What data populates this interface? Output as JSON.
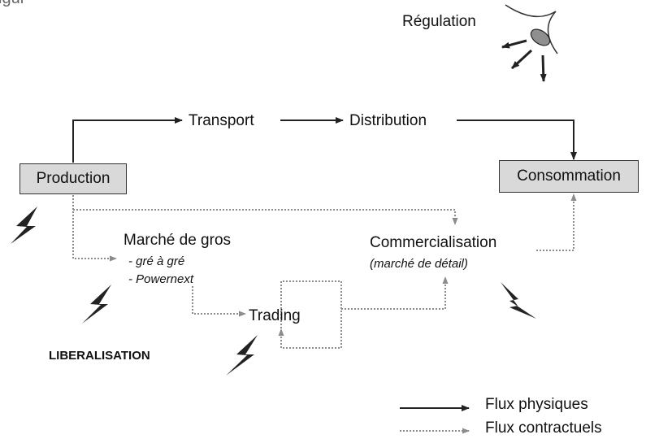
{
  "header_fragment": "igur",
  "nodes": {
    "regulation": "Régulation",
    "transport": "Transport",
    "distribution": "Distribution",
    "production": "Production",
    "consommation": "Consommation",
    "marche_de_gros": "Marché de gros",
    "gre_a_gre": "- gré à gré",
    "powernext": "- Powernext",
    "commercialisation": "Commercialisation",
    "marche_de_detail": "(marché de détail)",
    "trading": "Trading",
    "liberalisation": "LIBERALISATION"
  },
  "legend": {
    "physical": "Flux physiques",
    "contractual": "Flux contractuels"
  },
  "colors": {
    "physical_line": "#222222",
    "contractual_line": "#8c8c8c",
    "box_fill": "#d9d9d9",
    "eye_fill": "#8f8f8f"
  },
  "icons": [
    "lightning-icon",
    "eye-icon"
  ]
}
